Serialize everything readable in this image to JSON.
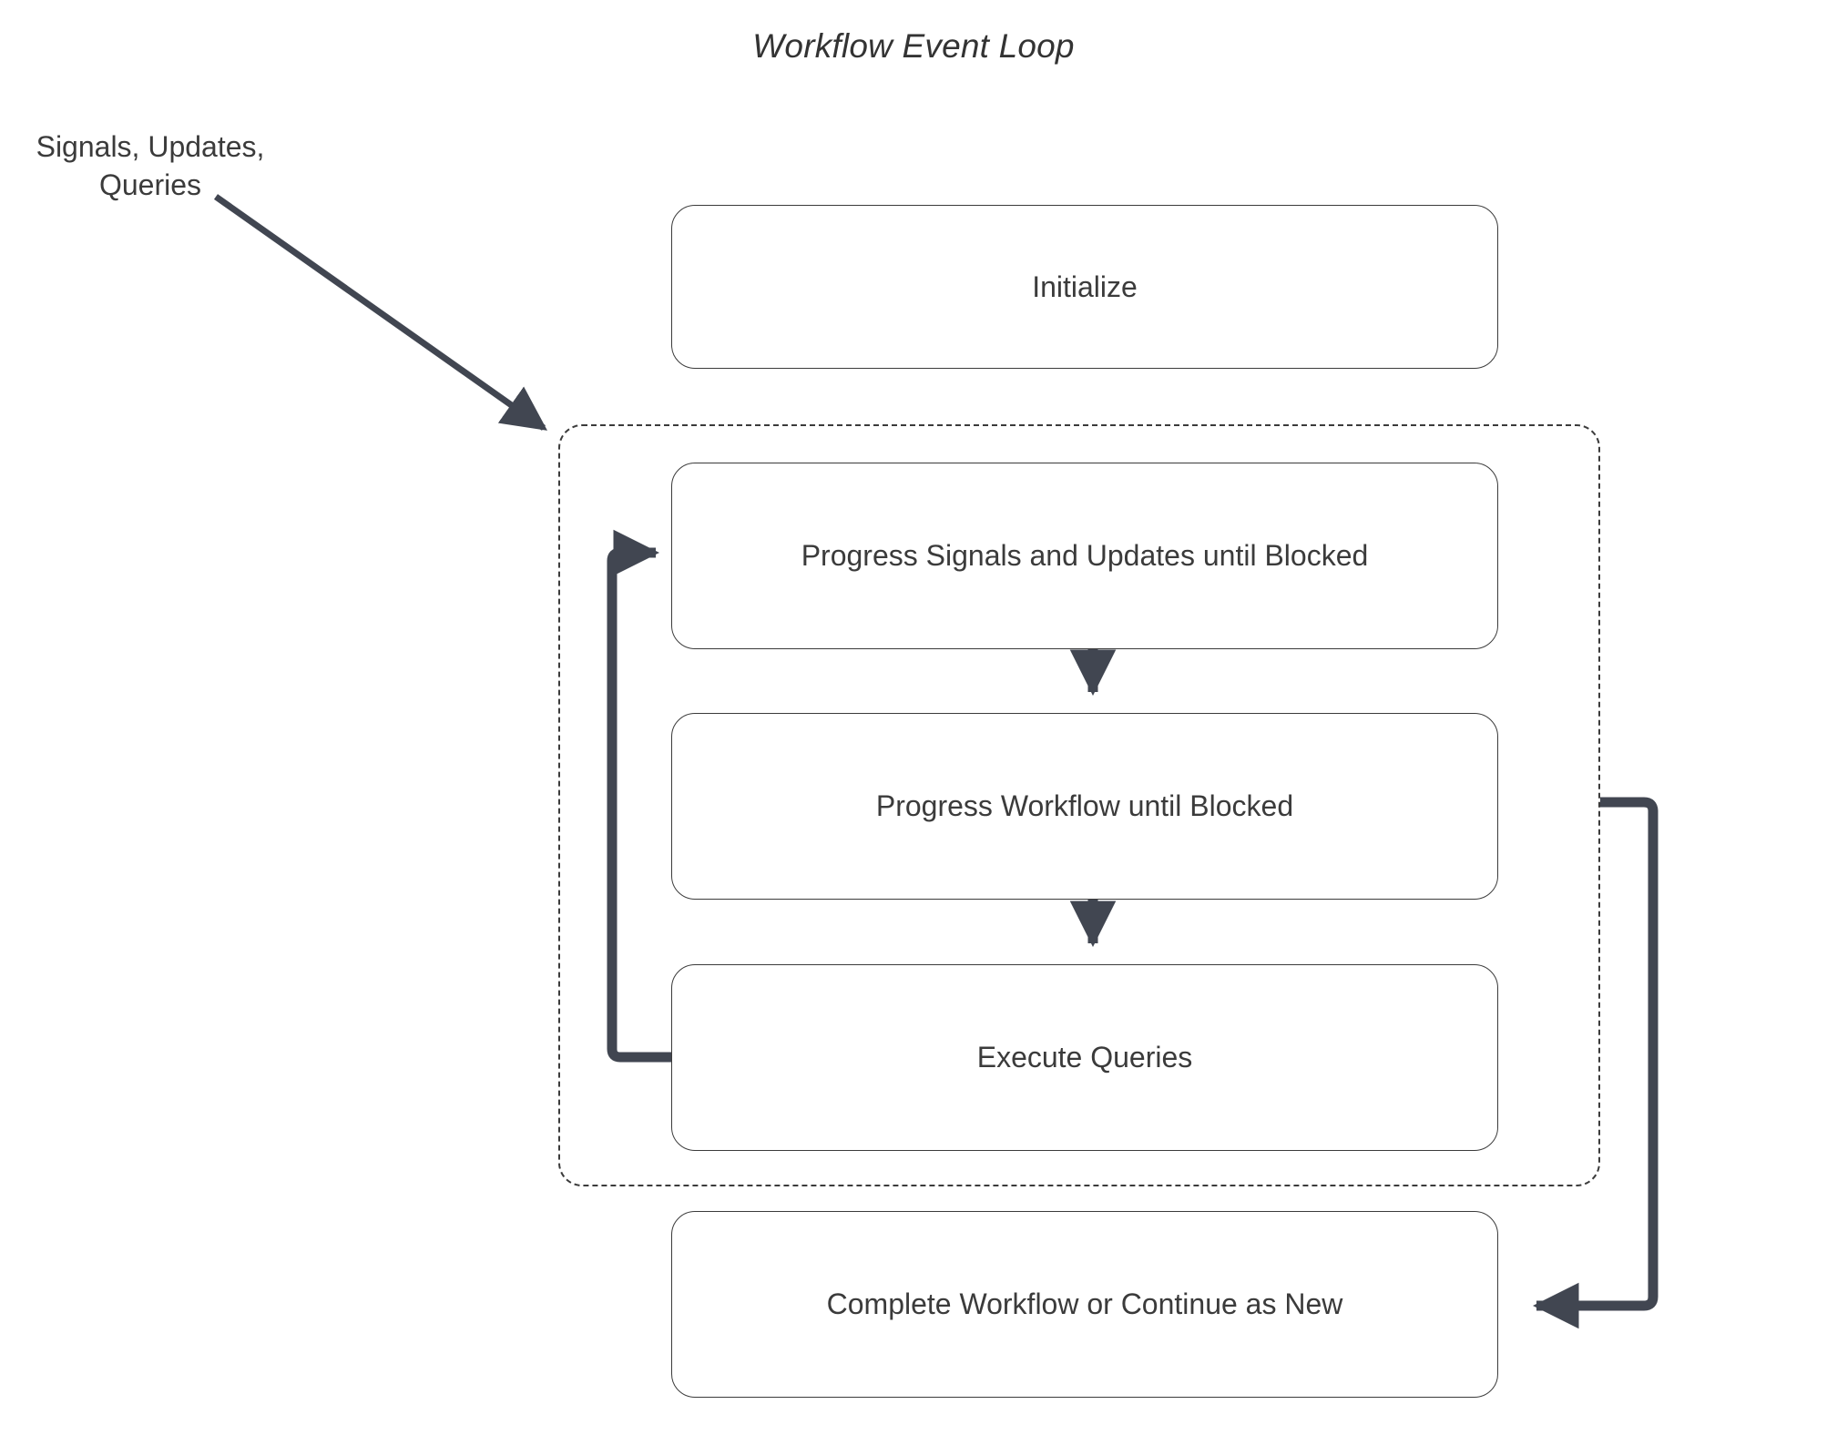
{
  "diagram": {
    "title": "Workflow Event Loop",
    "external_label": {
      "line1": "Signals, Updates,",
      "line2": "Queries"
    },
    "colors": {
      "stroke": "#3b3b3b",
      "arrow": "#414651",
      "text": "#3b3b3b",
      "background": "#ffffff"
    },
    "nodes": [
      {
        "id": "initialize",
        "label": "Initialize"
      },
      {
        "id": "progress-signals",
        "label": "Progress Signals and Updates until Blocked"
      },
      {
        "id": "progress-workflow",
        "label": "Progress Workflow until Blocked"
      },
      {
        "id": "execute-queries",
        "label": "Execute Queries"
      },
      {
        "id": "complete-workflow",
        "label": "Complete Workflow or Continue as New"
      }
    ],
    "edges": [
      {
        "id": "signals-to-loop",
        "from": "Signals, Updates, Queries",
        "to": "event-loop-container",
        "style": "solid-arrow"
      },
      {
        "id": "signals-step-to-workflow-step",
        "from": "Progress Signals and Updates until Blocked",
        "to": "Progress Workflow until Blocked",
        "style": "solid-arrow"
      },
      {
        "id": "workflow-step-to-queries-step",
        "from": "Progress Workflow until Blocked",
        "to": "Execute Queries",
        "style": "solid-arrow"
      },
      {
        "id": "queries-back-to-signals",
        "from": "Execute Queries",
        "to": "Progress Signals and Updates until Blocked",
        "style": "loop-arrow"
      },
      {
        "id": "loop-to-complete",
        "from": "event-loop-container",
        "to": "Complete Workflow or Continue as New",
        "style": "loop-arrow"
      }
    ],
    "container": {
      "id": "event-loop-container",
      "style": "dashed"
    }
  }
}
